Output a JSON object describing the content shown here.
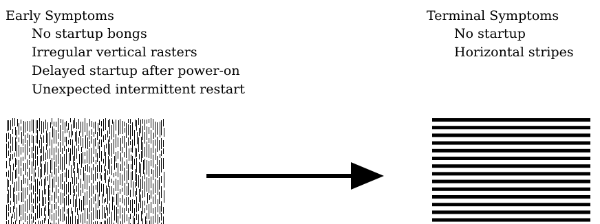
{
  "early": {
    "title": "Early Symptoms",
    "items": [
      "No startup bongs",
      "Irregular vertical rasters",
      "Delayed startup after power-on",
      "Unexpected intermittent restart"
    ]
  },
  "terminal": {
    "title": "Terminal Symptoms",
    "items": [
      "No startup",
      "Horizontal stripes"
    ]
  },
  "colors": {
    "ink": "#000000",
    "background": "#ffffff"
  }
}
